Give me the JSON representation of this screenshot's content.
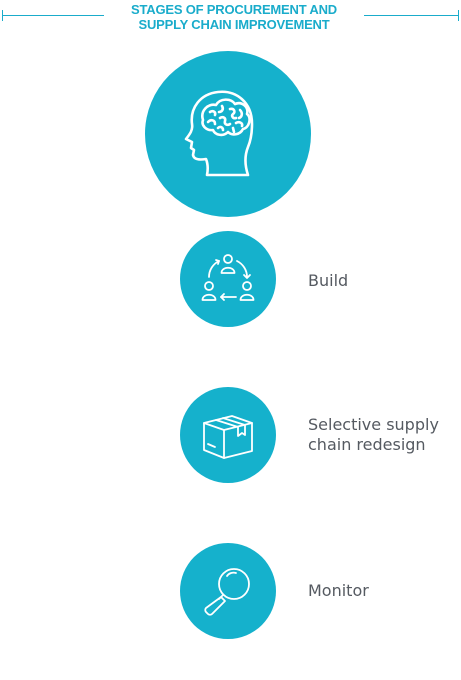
{
  "header": {
    "title_line1": "STAGES OF PROCUREMENT AND",
    "title_line2": "SUPPLY CHAIN IMPROVEMENT"
  },
  "hero": {
    "icon": "head-brain-icon"
  },
  "steps": [
    {
      "label": "Build",
      "icon": "people-cycle-icon"
    },
    {
      "label": "Selective supply chain redesign",
      "icon": "package-box-icon"
    },
    {
      "label": "Monitor",
      "icon": "magnifier-icon"
    }
  ],
  "colors": {
    "accent": "#15b1cc",
    "title": "#1aaccb",
    "text": "#555a61"
  }
}
